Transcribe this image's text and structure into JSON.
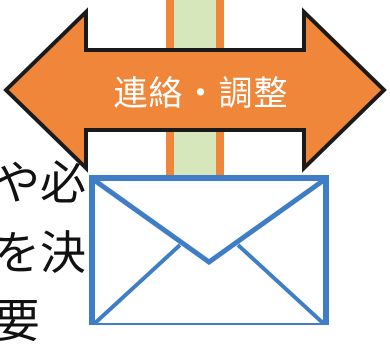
{
  "diagram": {
    "arrow": {
      "label": "連絡・調整",
      "fill_color": "#F0863A",
      "stroke_color": "#1A1A1A",
      "label_color": "#FFFFFF",
      "direction": "bidirectional-horizontal"
    },
    "background_bar": {
      "fill_color": "#D6E7BC",
      "edge_color": "#F0863A"
    },
    "envelope": {
      "icon": "envelope-icon",
      "stroke_color": "#3F7EC6",
      "fill_color": "#FFFFFF"
    },
    "partial_text": {
      "line1": "や必",
      "line2": "を決",
      "line3": "要"
    }
  }
}
